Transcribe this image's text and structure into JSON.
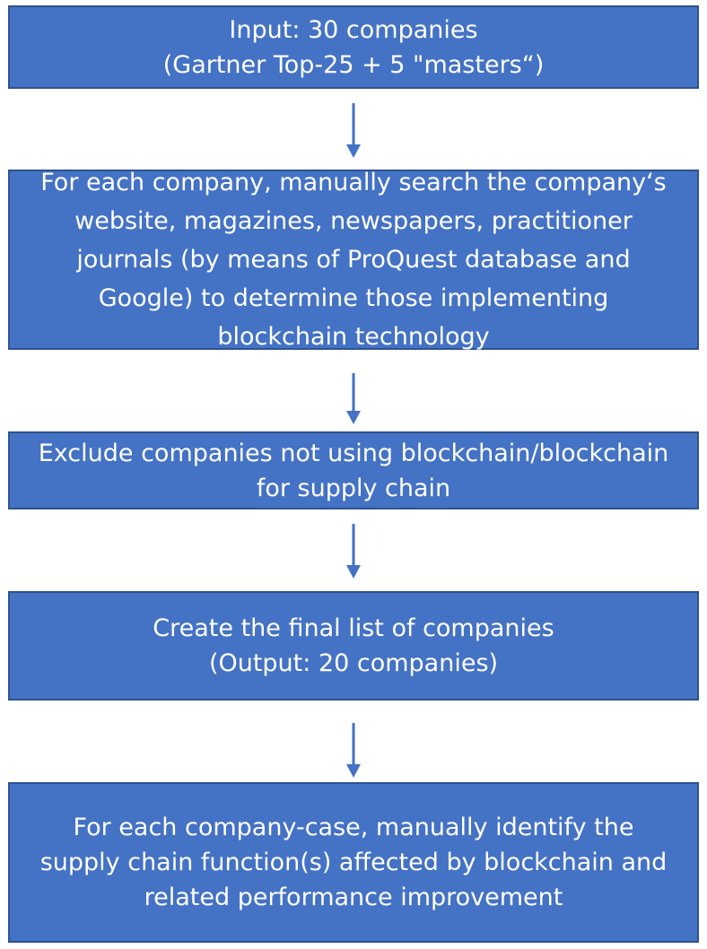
{
  "flowchart": {
    "steps": [
      {
        "lines": [
          "Input: 30 companies",
          "(Gartner Top-25 + 5 \"masters“)"
        ]
      },
      {
        "lines": [
          "For each company, manually search the company‘s",
          "website, magazines, newspapers, practitioner",
          "journals (by means of ProQuest database and",
          "Google) to determine those implementing",
          "blockchain technology"
        ]
      },
      {
        "lines": [
          "Exclude companies not using blockchain/blockchain",
          "for supply chain"
        ]
      },
      {
        "lines": [
          "Create the final list of companies",
          "(Output: 20 companies)"
        ]
      },
      {
        "lines": [
          "For each company-case, manually identify the",
          "supply chain function(s) affected by blockchain and",
          "related performance improvement"
        ]
      }
    ],
    "colors": {
      "box_fill": "#4472c4",
      "box_border": "#2f528f",
      "text": "#ffffff",
      "arrow": "#4472c4"
    }
  }
}
